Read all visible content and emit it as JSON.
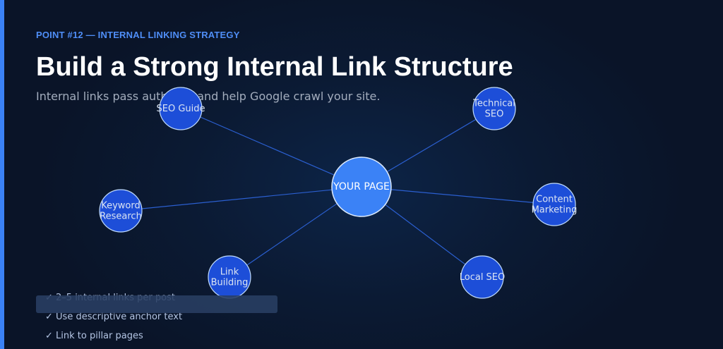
{
  "header": {
    "eyebrow": "POINT #12 — INTERNAL LINKING STRATEGY",
    "title": "Build a Strong Internal Link Structure",
    "subtitle": "Internal links pass authority and help Google crawl your site."
  },
  "diagram": {
    "hub": {
      "label": "YOUR PAGE"
    },
    "nodes": [
      {
        "id": "seo-guide",
        "lines": [
          "SEO Guide"
        ]
      },
      {
        "id": "technical-seo",
        "lines": [
          "Technical",
          "SEO"
        ]
      },
      {
        "id": "keyword-research",
        "lines": [
          "Keyword",
          "Research"
        ]
      },
      {
        "id": "content-marketing",
        "lines": [
          "Content",
          "Marketing"
        ]
      },
      {
        "id": "link-building",
        "lines": [
          "Link",
          "Building"
        ]
      },
      {
        "id": "local-seo",
        "lines": [
          "Local SEO"
        ]
      }
    ]
  },
  "checklist": [
    "✓ 2–5 internal links per post",
    "✓ Use descriptive anchor text",
    "✓ Link to pillar pages"
  ],
  "colors": {
    "accent": "#3b82f6",
    "hub_fill": "#3b82f6",
    "node_fill": "#1d4ed8",
    "connector": "#2b5fd0"
  }
}
